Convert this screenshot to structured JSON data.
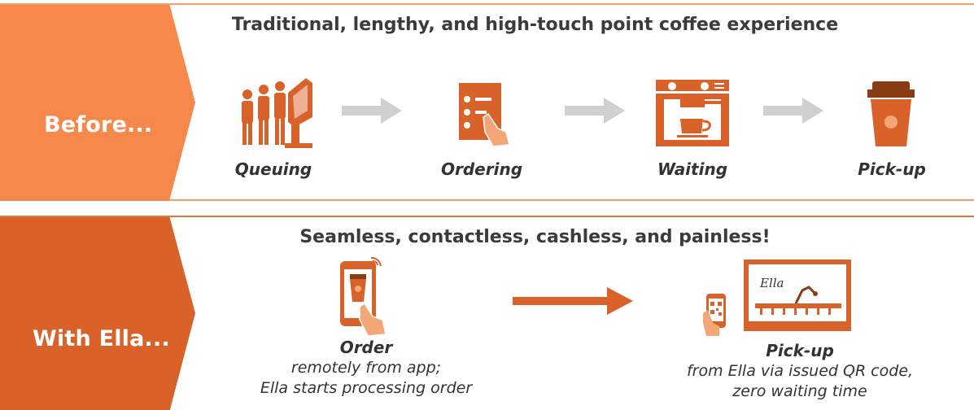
{
  "before": {
    "label": "Before...",
    "title": "Traditional, lengthy, and high-touch point coffee experience",
    "steps": [
      {
        "label": "Queuing",
        "icon": "queue-people-kiosk-icon"
      },
      {
        "label": "Ordering",
        "icon": "order-menu-hand-icon"
      },
      {
        "label": "Waiting",
        "icon": "espresso-machine-icon"
      },
      {
        "label": "Pick-up",
        "icon": "coffee-cup-icon"
      }
    ]
  },
  "with_ella": {
    "label": "With Ella...",
    "title": "Seamless, contactless, cashless, and painless!",
    "order": {
      "title": "Order",
      "line1": "remotely from app;",
      "line2": "Ella starts processing order",
      "icon": "phone-app-order-icon"
    },
    "pickup": {
      "title": "Pick-up",
      "line1": "from Ella via issued QR code,",
      "line2": "zero waiting time",
      "icon": "ella-robot-kiosk-qr-icon",
      "screen_text": "Ella"
    }
  },
  "colors": {
    "before_band": "#f5884a",
    "ella_band": "#d9622a",
    "icon_main": "#d9622a",
    "arrow_gray": "#d0d0d0",
    "arrow_orange": "#d9622a"
  }
}
